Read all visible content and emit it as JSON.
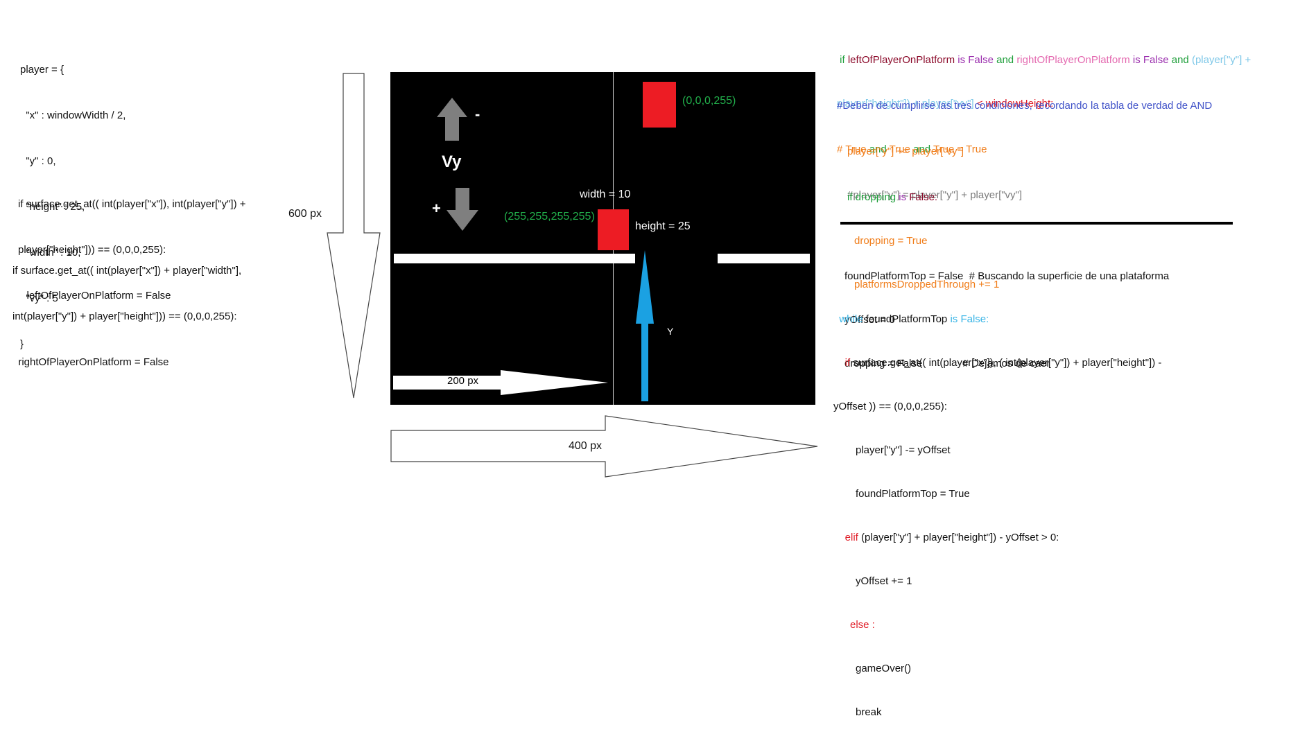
{
  "left_code": {
    "player_block": [
      "player = {",
      "  \"x\" : windowWidth / 2,",
      "  \"y\" : 0,",
      "  \"height\" : 25,",
      "  \"width\" : 10,",
      "  \"vy\" : 5",
      "}"
    ],
    "if_left": [
      "if surface.get_at(( int(player[\"x\"]), int(player[\"y\"]) +",
      "player[\"height\"])) == (0,0,0,255):",
      "   leftOfPlayerOnPlatform = False"
    ],
    "if_right": [
      "if surface.get_at(( int(player[\"x\"]) + player[\"width\"],",
      "int(player[\"y\"]) + player[\"height\"])) == (0,0,0,255):",
      "  rightOfPlayerOnPlatform = False"
    ]
  },
  "diagram": {
    "height_label": "600 px",
    "width_label": "400 px",
    "platform_gap_label": "200 px",
    "vy_label": "Vy",
    "minus_label": "-",
    "plus_label": "+",
    "width_annot": "width = 10",
    "height_annot": "height = 25",
    "color_white": "(255,255,255,255)",
    "color_black": "(0,0,0,255)",
    "y_label": "Y"
  },
  "right_code": {
    "cond_parts": [
      "if",
      "leftOfPlayerOnPlatform",
      "is",
      "False",
      "and",
      "rightOfPlayerOnPlatform",
      "is",
      "False",
      "and",
      "(player[\"y\"] +",
      "player[\"height\"]) + player[\"vy\"]",
      "< windowHeight:"
    ],
    "comment1": "#Deben de cumplirse las tres condiciones, recordando la tabla de verdad de AND",
    "comment2_parts": [
      "# True",
      "and",
      "True",
      "and",
      "True = True"
    ],
    "update_line": "player[\"y\"] += player[\"vy\"]",
    "update_comment": "#player[\"y\"] = player[\"y\"] + player[\"vy\"]",
    "if_dropping_parts": [
      "if",
      "dropping",
      "is",
      "False:"
    ],
    "dropping_true": "dropping = True",
    "platforms_line": "platformsDroppedThrough += 1",
    "reset_lines": [
      "foundPlatformTop = False  # Buscando la superficie de una plataforma",
      "yOffset = 0",
      "dropping = False              # Dejamos de caer"
    ],
    "while_parts": [
      "while",
      "foundPlatformTop",
      "is",
      "False:"
    ],
    "loop_if": [
      "if",
      "surface.get_at(( int(player[\"x\"]), ( int(player[\"y\"]) + player[\"height\"]) -",
      "yOffset )) == (0,0,0,255):"
    ],
    "loop_body1": [
      "player[\"y\"] -= yOffset",
      "foundPlatformTop = True"
    ],
    "elif_parts": [
      "elif",
      "(player[\"y\"] + player[\"height\"]) - yOffset > 0:"
    ],
    "elif_body": "yOffset += 1",
    "else_kw": "else :",
    "else_body": [
      "gameOver()",
      "break"
    ]
  },
  "colors": {
    "red": "#ed1c24",
    "gray": "#7f7f7f",
    "blue": "#1ba1e2",
    "green_text": "#22b14c"
  }
}
